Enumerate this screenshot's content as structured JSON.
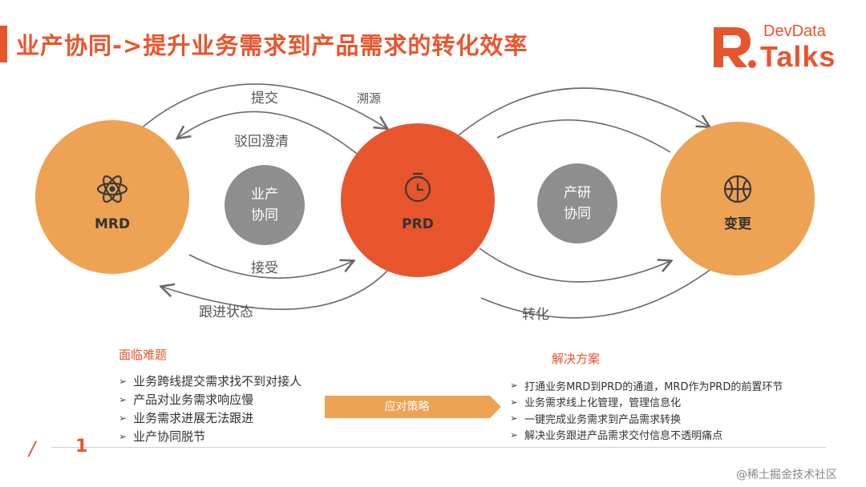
{
  "header": {
    "title": "业产协同->提升业务需求到产品需求的转化效率",
    "accent_color": "#e8552d"
  },
  "logo": {
    "line1": "DevData",
    "line2": "Talks"
  },
  "diagram": {
    "nodes": [
      {
        "id": "mrd",
        "label": "MRD",
        "icon": "atom-icon",
        "color": "#eda254"
      },
      {
        "id": "prd",
        "label": "PRD",
        "icon": "clock-icon",
        "color": "#e8552d"
      },
      {
        "id": "change",
        "label": "变更",
        "icon": "basketball-icon",
        "color": "#eda254"
      }
    ],
    "collab": [
      {
        "line1": "业产",
        "line2": "协同",
        "color": "#8e8e8e"
      },
      {
        "line1": "产研",
        "line2": "协同",
        "color": "#8e8e8e"
      }
    ],
    "arc_labels": {
      "submit": "提交",
      "trace": "溯源",
      "reject": "驳回澄清",
      "accept": "接受",
      "track": "跟进状态",
      "convert": "转化"
    }
  },
  "problems": {
    "title": "面临难题",
    "items": [
      "业务跨线提交需求找不到对接人",
      "产品对业务需求响应慢",
      "业务需求进展无法跟进",
      "业产协同脱节"
    ]
  },
  "strategy": {
    "label": "应对策略",
    "color": "#eda254"
  },
  "solutions": {
    "title": "解决方案",
    "items": [
      "打通业务MRD到PRD的通道，MRD作为PRD的前置环节",
      "业务需求线上化管理，管理信息化",
      "一键完成业务需求到产品需求转换",
      "解决业务跟进产品需求交付信息不透明痛点"
    ]
  },
  "footer": {
    "slash": "/",
    "page_number": "1",
    "credit": "@稀土掘金技术社区"
  }
}
